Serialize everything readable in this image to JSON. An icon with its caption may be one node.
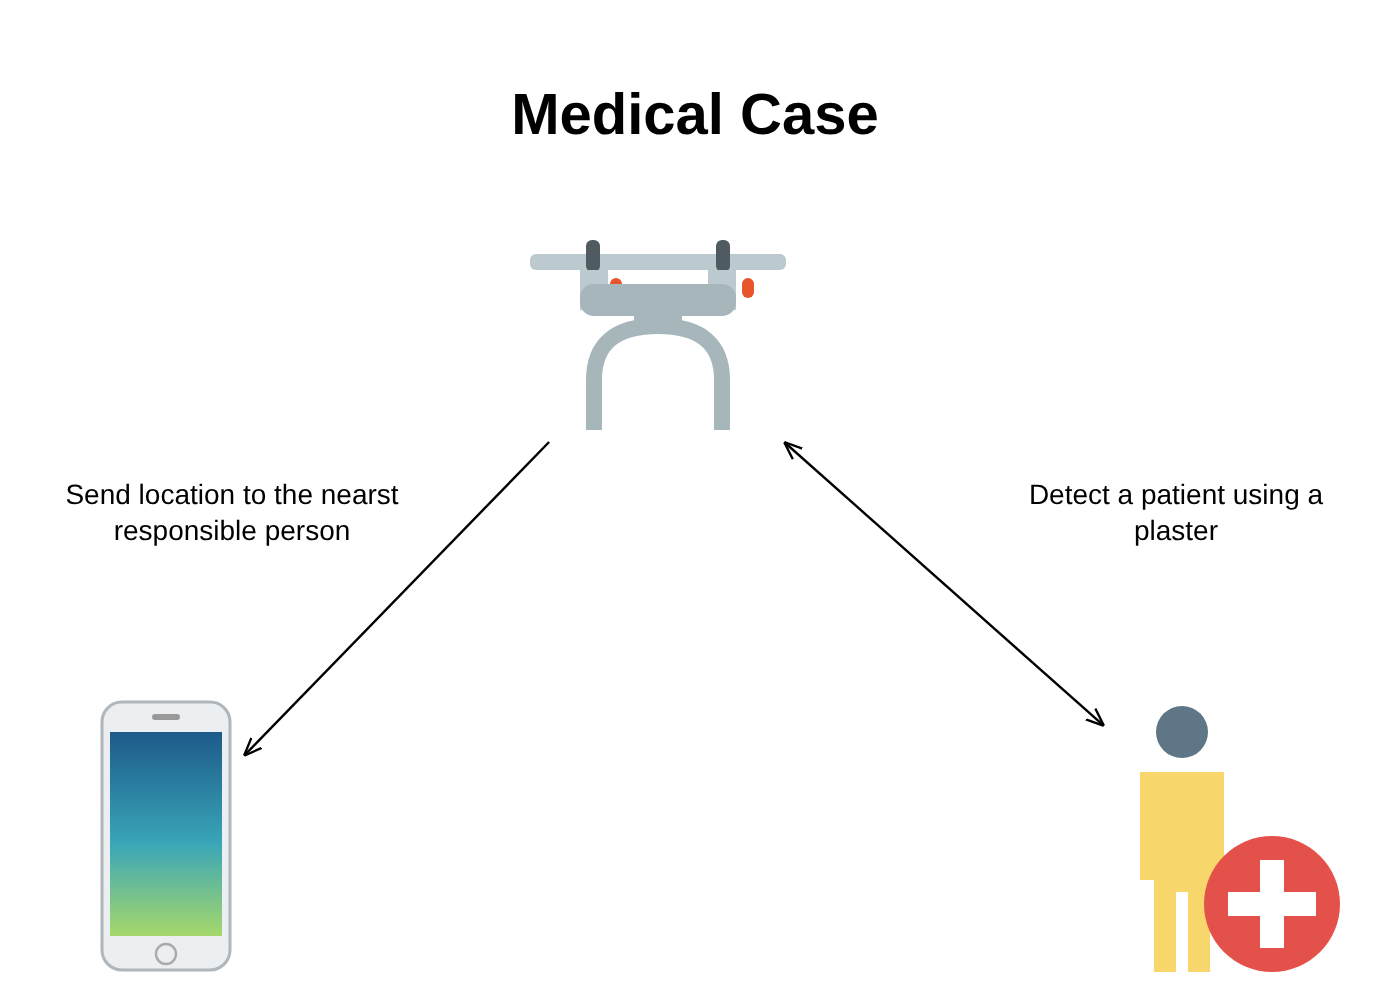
{
  "diagram": {
    "title": "Medical Case",
    "nodes": [
      {
        "text": [],
        "shape": "drone"
      },
      {
        "text": [],
        "shape": "phone"
      },
      {
        "text": [],
        "shape": "person"
      }
    ],
    "edges": [
      {
        "from": 0,
        "to": 1,
        "arrow": "to",
        "label": "Send location to the nearst responsible person"
      },
      {
        "from": 2,
        "to": 0,
        "arrow": "both",
        "label": "Detect a patient using a plaster"
      }
    ]
  }
}
